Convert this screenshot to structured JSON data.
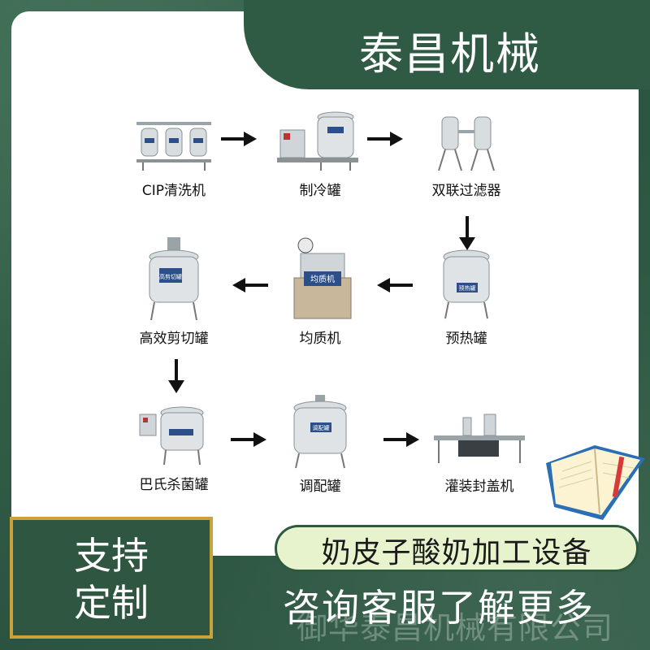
{
  "header": {
    "title": "泰昌机械"
  },
  "steps": [
    {
      "label": "CIP清洗机"
    },
    {
      "label": "制冷罐"
    },
    {
      "label": "双联过滤器"
    },
    {
      "label": "预热罐"
    },
    {
      "label": "均质机"
    },
    {
      "label": "高效剪切罐"
    },
    {
      "label": "巴氏杀菌罐"
    },
    {
      "label": "调配罐"
    },
    {
      "label": "灌装封盖机"
    }
  ],
  "plates": {
    "homogenizer": "均质机",
    "preheat": "预热罐",
    "shear": "高剪切罐",
    "blend": "调配罐"
  },
  "footer": {
    "badge_line1": "支持",
    "badge_line2": "定制",
    "product": "奶皮子酸奶加工设备",
    "consult": "咨询客服了解更多",
    "watermark": "御华泰昌机械有限公司"
  },
  "colors": {
    "board_green": "#2f5a43",
    "panel_white": "#ffffff",
    "badge_border": "#c9a23a",
    "pill_fill": "#e7f3cc",
    "nameplate_blue": "#2c4f8a"
  }
}
